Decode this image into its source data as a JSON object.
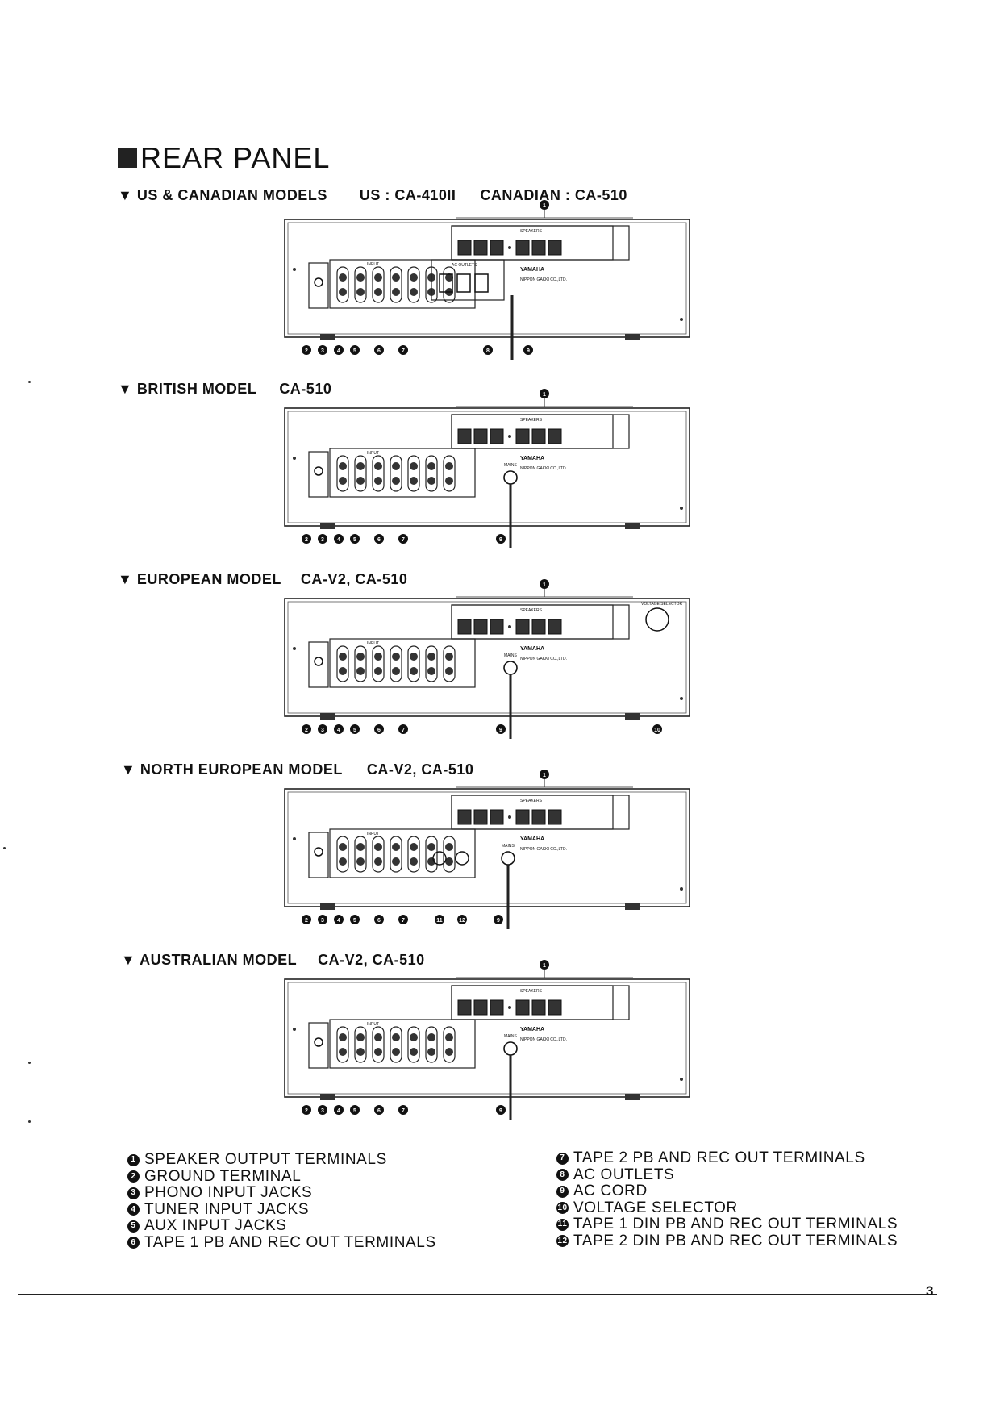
{
  "title": "REAR PANEL",
  "models": [
    {
      "heading": "▼ US & CANADIAN MODELS",
      "sub1": "US  : CA-410II",
      "sub2": "CANADIAN : CA-510"
    },
    {
      "heading": "▼ BRITISH MODEL",
      "sub1": "CA-510"
    },
    {
      "heading": "▼ EUROPEAN MODEL",
      "sub1": "CA-V2, CA-510"
    },
    {
      "heading": "▼ NORTH EUROPEAN MODEL",
      "sub1": "CA-V2, CA-510"
    },
    {
      "heading": "▼ AUSTRALIAN MODEL",
      "sub1": "CA-V2, CA-510"
    }
  ],
  "legend_left": [
    {
      "n": "1",
      "text": "SPEAKER OUTPUT TERMINALS"
    },
    {
      "n": "2",
      "text": "GROUND TERMINAL"
    },
    {
      "n": "3",
      "text": "PHONO INPUT JACKS"
    },
    {
      "n": "4",
      "text": "TUNER INPUT JACKS"
    },
    {
      "n": "5",
      "text": "AUX INPUT JACKS"
    },
    {
      "n": "6",
      "text": "TAPE 1 PB AND REC OUT TERMINALS"
    }
  ],
  "legend_right": [
    {
      "n": "7",
      "text": "TAPE 2 PB AND REC OUT TERMINALS"
    },
    {
      "n": "8",
      "text": "AC OUTLETS"
    },
    {
      "n": "9",
      "text": "AC CORD"
    },
    {
      "n": "10",
      "text": "VOLTAGE SELECTOR"
    },
    {
      "n": "11",
      "text": "TAPE 1 DIN PB AND REC OUT TERMINALS"
    },
    {
      "n": "12",
      "text": "TAPE 2 DIN PB AND REC OUT TERMINALS"
    }
  ],
  "page_number": "3",
  "panel_labels": {
    "brand": "YAMAHA",
    "mains": "MAINS",
    "voltage_selector": "VOLTAGE SELECTOR",
    "maker": "NIPPON GAKKI CO.,LTD.",
    "speakers": "SPEAKERS",
    "input": "INPUT",
    "ac_outlets": "AC OUTLETS"
  }
}
